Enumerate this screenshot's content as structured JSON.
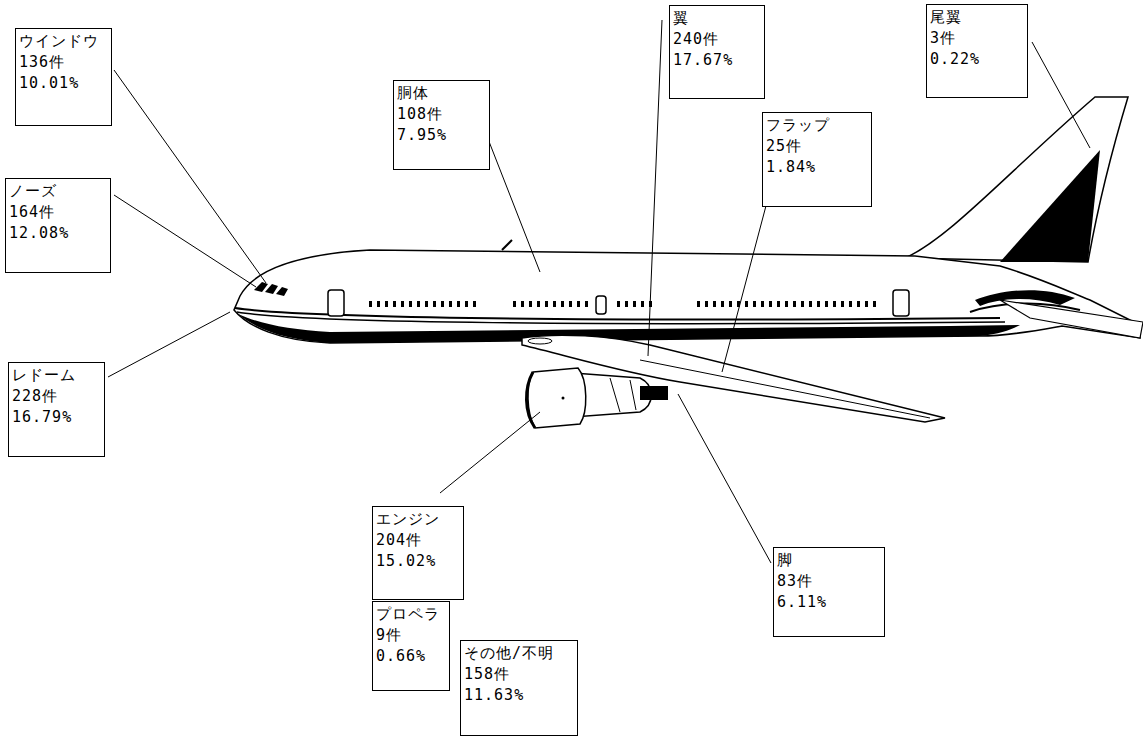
{
  "diagram": {
    "nodes": [
      {
        "text": [
          "ウインドウ",
          "136件",
          "10.01%"
        ]
      },
      {
        "text": [
          "胴体",
          "108件",
          "7.95%"
        ]
      },
      {
        "text": [
          "翼",
          "240件",
          "17.67%"
        ]
      },
      {
        "text": [
          "尾翼",
          "3件",
          "0.22%"
        ]
      },
      {
        "text": [
          "フラップ",
          "25件",
          "1.84%"
        ]
      },
      {
        "text": [
          "ノーズ",
          "164件",
          "12.08%"
        ]
      },
      {
        "text": [
          "レドーム",
          "228件",
          "16.79%"
        ]
      },
      {
        "text": [
          "エンジン",
          "204件",
          "15.02%"
        ]
      },
      {
        "text": [
          "脚",
          "83件",
          "6.11%"
        ]
      },
      {
        "text": [
          "プロペラ",
          "9件",
          "0.66%"
        ]
      },
      {
        "text": [
          "その他/不明",
          "158件",
          "11.63%"
        ]
      }
    ]
  }
}
